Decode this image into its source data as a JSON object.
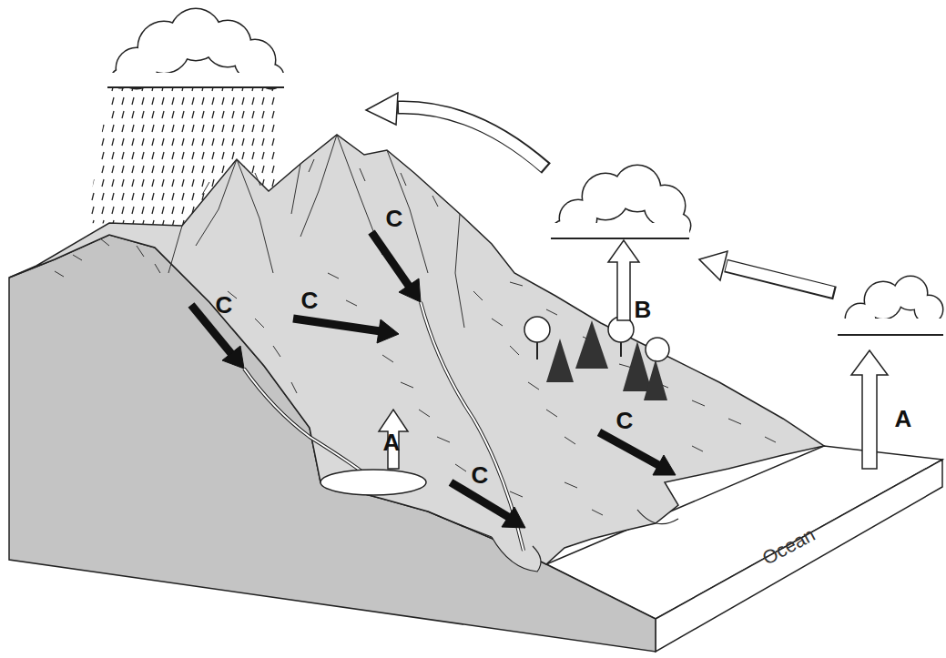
{
  "diagram": {
    "labels": [
      "C",
      "C",
      "C",
      "B",
      "A",
      "C",
      "A",
      "C",
      "Ocean"
    ]
  }
}
